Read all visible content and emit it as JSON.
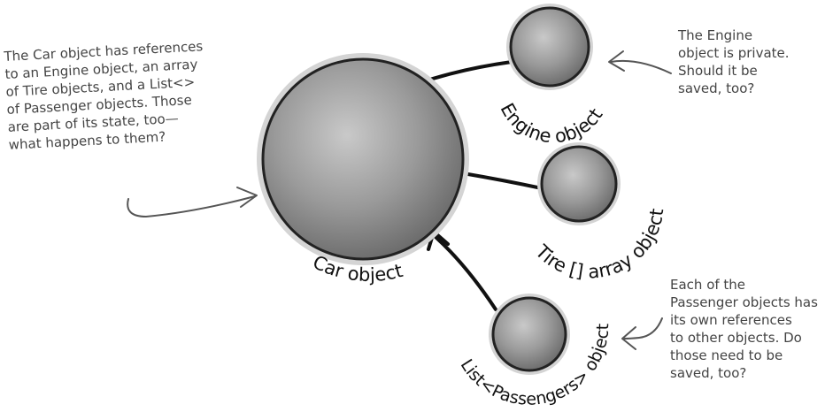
{
  "nodes": {
    "car": {
      "label": "Car object"
    },
    "engine": {
      "label": "Engine object"
    },
    "tire": {
      "label": "Tire [] array object"
    },
    "list": {
      "label": "List<Passengers> object"
    }
  },
  "notes": {
    "car_note": [
      "The Car object has references",
      "to an Engine object, an array",
      "of Tire objects, and a List<>",
      "of Passenger objects. Those",
      "are part of its state, too—",
      "what happens to them?"
    ],
    "engine_note": [
      "The Engine",
      "object is private.",
      "Should it be",
      "saved, too?"
    ],
    "passenger_note": [
      "Each of the",
      "Passenger objects has",
      "its own references",
      "to other objects. Do",
      "those need to be",
      "saved, too?"
    ]
  },
  "colors": {
    "sphere_light": "#c9c9c9",
    "sphere_mid": "#9a9a9a",
    "sphere_dark": "#6a6a6a",
    "halo": "#d4d4d4",
    "outline": "#222222",
    "note_text": "#444444",
    "connector": "#111111"
  }
}
